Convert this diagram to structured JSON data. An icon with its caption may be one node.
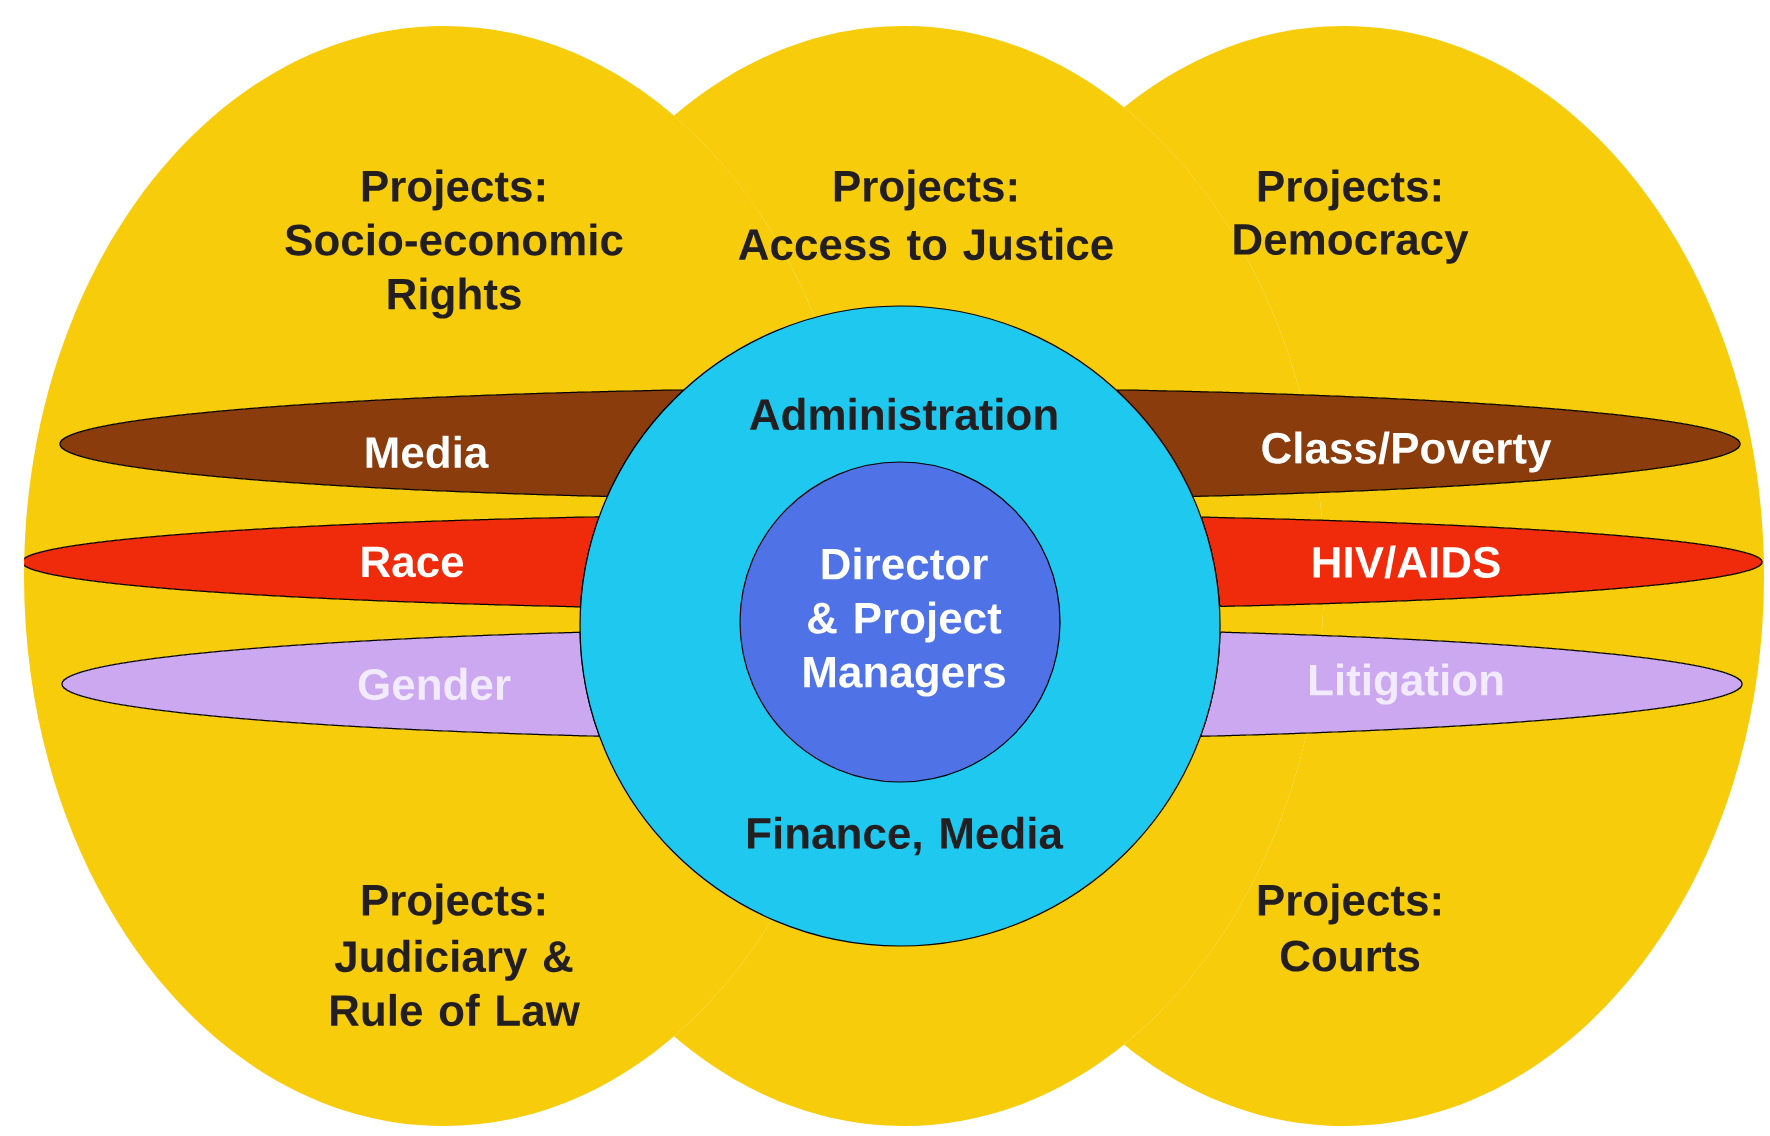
{
  "diagram": {
    "nodes": [
      {
        "text": [
          "Projects:",
          "Socio-economic Rights",
          "Projects:",
          "Judiciary & Rule of Law"
        ]
      },
      {
        "text": [
          "Projects:",
          "Access to Justice"
        ]
      },
      {
        "text": [
          "Projects:",
          "Democracy",
          "Projects:",
          "Courts"
        ]
      },
      {
        "text": [
          "Media"
        ],
        "in": 0
      },
      {
        "text": [
          "Class/Poverty"
        ],
        "in": 2
      },
      {
        "text": [
          "Race"
        ],
        "in": 0
      },
      {
        "text": [
          "HIV/AIDS"
        ],
        "in": 2
      },
      {
        "text": [
          "Gender"
        ],
        "in": 0
      },
      {
        "text": [
          "Litigation"
        ],
        "in": 2
      },
      {
        "text": [
          "Administration",
          "Finance, Media"
        ],
        "in": 1
      },
      {
        "text": [
          "Director & Project Managers"
        ],
        "in": 9
      }
    ]
  }
}
